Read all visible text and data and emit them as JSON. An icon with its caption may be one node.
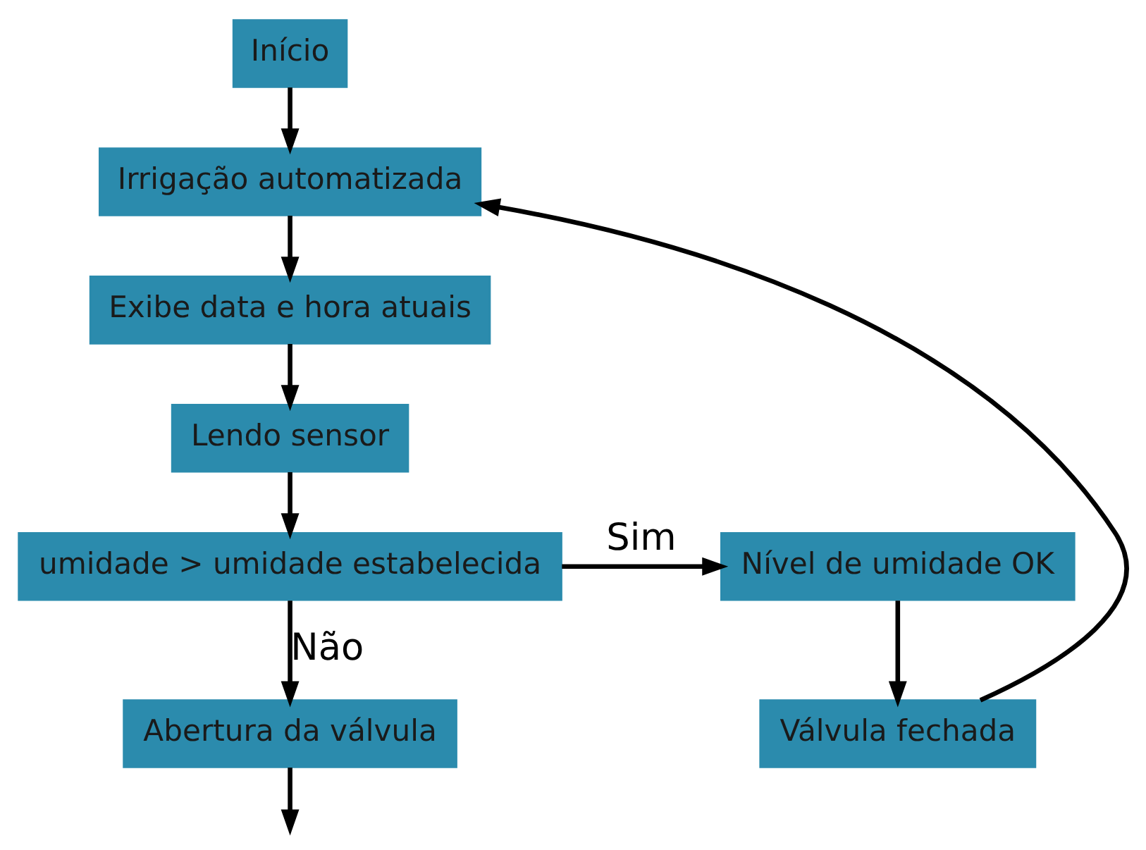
{
  "diagram": {
    "nodes": [
      {
        "text": [
          "Início"
        ]
      },
      {
        "text": [
          "Irrigação automatizada"
        ]
      },
      {
        "text": [
          "Exibe data e hora atuais"
        ]
      },
      {
        "text": [
          "Lendo sensor"
        ]
      },
      {
        "text": [
          "umidade > umidade estabelecida"
        ]
      },
      {
        "text": [
          "Nível de umidade OK"
        ]
      },
      {
        "text": [
          "Válvula fechada"
        ]
      },
      {
        "text": [
          "Abertura da válvula"
        ]
      }
    ],
    "edges": [
      {
        "from": 0,
        "to": 1,
        "arrow": "to"
      },
      {
        "from": 1,
        "to": 2,
        "arrow": "to"
      },
      {
        "from": 2,
        "to": 3,
        "arrow": "to"
      },
      {
        "from": 3,
        "to": 4,
        "arrow": "to"
      },
      {
        "from": 4,
        "to": 5,
        "arrow": "to",
        "label": "Sim"
      },
      {
        "from": 5,
        "to": 6,
        "arrow": "to"
      },
      {
        "from": 6,
        "to": 1,
        "arrow": "to"
      },
      {
        "from": 4,
        "to": 7,
        "arrow": "to",
        "label": "Não"
      },
      {
        "from": 7,
        "to": null,
        "arrow": "to"
      }
    ]
  }
}
